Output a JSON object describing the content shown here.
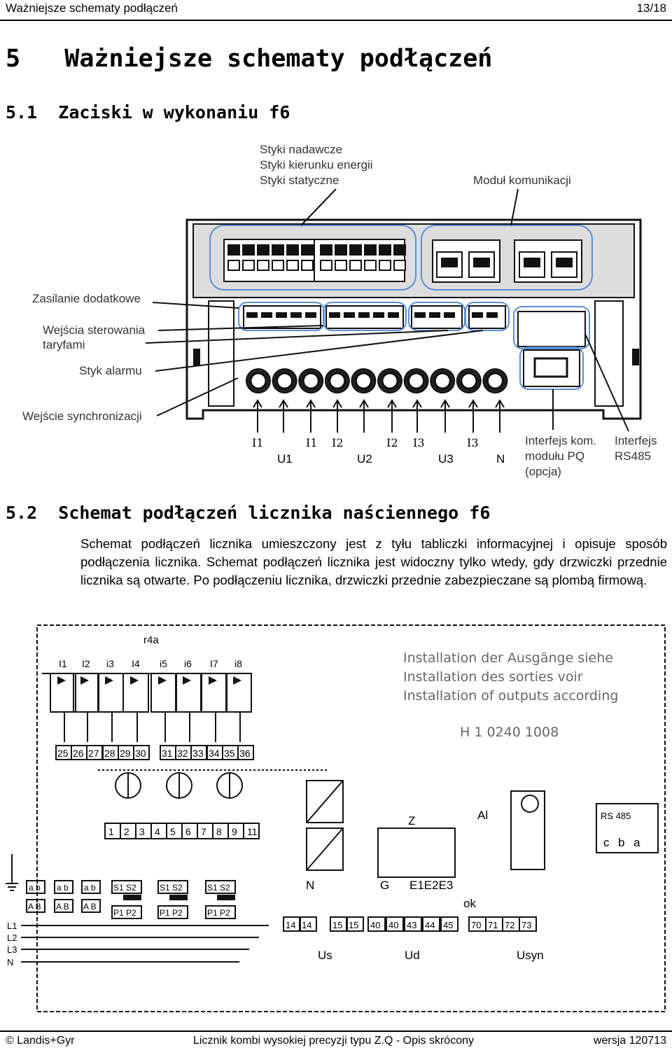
{
  "header": {
    "title": "Ważniejsze schematy podłączeń",
    "page": "13/18"
  },
  "section": {
    "number": "5",
    "title": "Ważniejsze schematy podłączeń"
  },
  "sub1": {
    "number": "5.1",
    "title": "Zaciski w wykonaniu f6"
  },
  "fig1": {
    "label_contacts_1": "Styki nadawcze",
    "label_contacts_2": "Styki kierunku energii",
    "label_contacts_3": "Styki statyczne",
    "label_comm": "Moduł komunikacji",
    "label_aux": "Zasilanie dodatkowe",
    "label_tariff_1": "Wejścia sterowania",
    "label_tariff_2": "taryfami",
    "label_alarm": "Styk alarmu",
    "label_sync": "Wejście synchronizacji",
    "terminals_top": [
      "I1",
      "I1",
      "I2",
      "I2",
      "I3",
      "I3"
    ],
    "terminals_bottom": [
      "U1",
      "U2",
      "U3",
      "N"
    ],
    "label_pq_1": "Interfejs kom.",
    "label_pq_2": "modułu PQ",
    "label_pq_3": "(opcja)",
    "label_rs_1": "Interfejs",
    "label_rs_2": "RS485"
  },
  "sub2": {
    "number": "5.2",
    "title": "Schemat podłączeń licznika naściennego f6"
  },
  "paragraph": "Schemat podłączeń licznika umieszczony jest z tyłu tabliczki informacyjnej i opisuje sposób podłączenia licznika. Schemat podłączeń licznika jest widoczny tylko wtedy, gdy drzwiczki przednie licznika są otwarte. Po podłączeniu licznika, drzwiczki przednie zabezpieczane są plombą firmową.",
  "fig2": {
    "module": "r4a",
    "inputs": [
      "I1",
      "I2",
      "i3",
      "I4",
      "i5",
      "i6",
      "I7",
      "i8"
    ],
    "terminals_out": [
      "25",
      "26",
      "27",
      "28",
      "29",
      "30",
      "31",
      "32",
      "33",
      "34",
      "35",
      "36"
    ],
    "note_1": "Installation der Ausgänge siehe",
    "note_2": "Installation des sorties voir",
    "note_3": "Installation of outputs according",
    "doc_number": "H 1 0240 1008",
    "terminals_main": [
      "1",
      "2",
      "3",
      "4",
      "5",
      "6",
      "7",
      "8",
      "9",
      "11"
    ],
    "ab_top": [
      "a",
      "b",
      "a",
      "b",
      "a",
      "b"
    ],
    "ab_bottom": [
      "A",
      "B",
      "A",
      "B",
      "A",
      "B"
    ],
    "ct_labels": [
      "S1",
      "S2",
      "S1",
      "S2",
      "S1",
      "S2"
    ],
    "ct_p": [
      "P1",
      "P2",
      "P1",
      "P2",
      "P1",
      "P2"
    ],
    "lines": [
      "L1",
      "L2",
      "L3",
      "N"
    ],
    "label_z": "Z",
    "label_al": "Al",
    "label_rs485": "RS 485",
    "rs_abc": [
      "c",
      "b",
      "a"
    ],
    "label_n": "N",
    "label_g": "G",
    "label_e": "E1E2E3",
    "label_ok": "ok",
    "terminals_bottom": [
      "14",
      "14",
      "15",
      "15",
      "40",
      "40",
      "43",
      "44",
      "45",
      "70",
      "71",
      "72",
      "73"
    ],
    "label_us": "Us",
    "label_ud": "Ud",
    "label_usyn": "Usyn"
  },
  "footer": {
    "left": "© Landis+Gyr",
    "center": "Licznik kombi wysokiej precyzji typu Z.Q - Opis skrócony",
    "right": "wersja 120713"
  },
  "colors": {
    "highlight": "#5b8fd6",
    "pointer": "#1a1a1a",
    "device": "#1a1a1a"
  }
}
